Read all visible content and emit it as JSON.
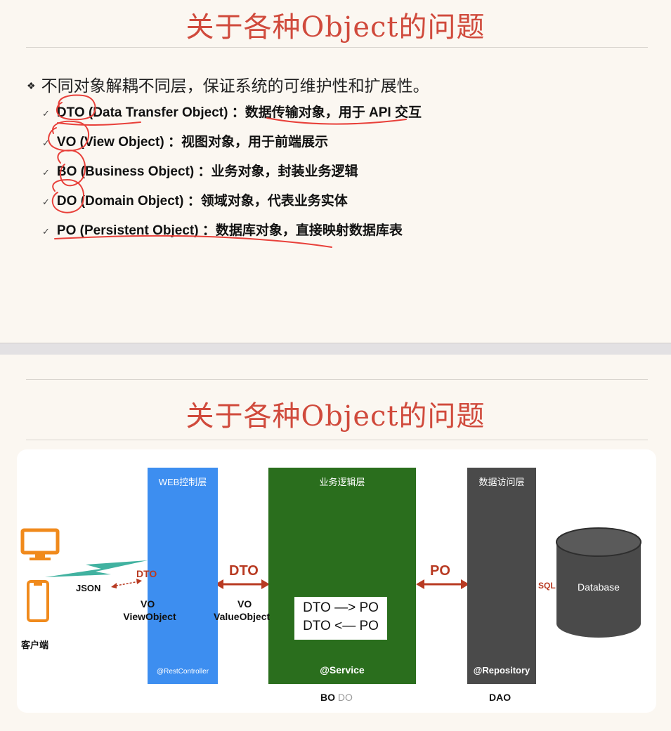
{
  "slide1": {
    "title": "关于各种Object的问题",
    "lead": "不同对象解耦不同层，保证系统的可维护性和扩展性。",
    "bullet_glyph": "❖",
    "check_glyph": "✓",
    "items": [
      {
        "abbr": "DTO",
        "full": "(Data Transfer Object)",
        "desc": "：数据传输对象，用于 API 交互"
      },
      {
        "abbr": "VO",
        "full": "(View Object)",
        "desc": "：视图对象，用于前端展示"
      },
      {
        "abbr": "BO",
        "full": "(Business Object)",
        "desc": "：业务对象，封装业务逻辑"
      },
      {
        "abbr": "DO",
        "full": "(Domain Object)",
        "desc": "：领域对象，代表业务实体"
      },
      {
        "abbr": "PO",
        "full": "(Persistent Object)",
        "desc": "：数据库对象，直接映射数据库表"
      }
    ]
  },
  "slide2": {
    "title": "关于各种Object的问题",
    "diagram": {
      "web_layer": {
        "head": "WEB控制层",
        "foot": "@RestController"
      },
      "biz_layer": {
        "head": "业务逻辑层",
        "foot": "@Service",
        "conversion_line1": "DTO —> PO",
        "conversion_line2": "DTO <— PO"
      },
      "data_layer": {
        "head": "数据访问层",
        "foot": "@Repository"
      },
      "client_label": "客户端",
      "json_label": "JSON",
      "dto_small": "DTO",
      "vo_left_1": "VO",
      "vo_left_2": "ViewObject",
      "vo_right_1": "VO",
      "vo_right_2": "ValueObject",
      "dto_big": "DTO",
      "po_big": "PO",
      "sql_label": "SQL",
      "database_label": "Database",
      "bo_label": "BO",
      "do_label": "DO",
      "dao_label": "DAO"
    },
    "colors": {
      "web": "#3d8ef0",
      "biz": "#2a6e1d",
      "data": "#4a4a4a",
      "title": "#d04a3c",
      "arrow": "#b83a22",
      "device": "#f08a1c"
    }
  }
}
